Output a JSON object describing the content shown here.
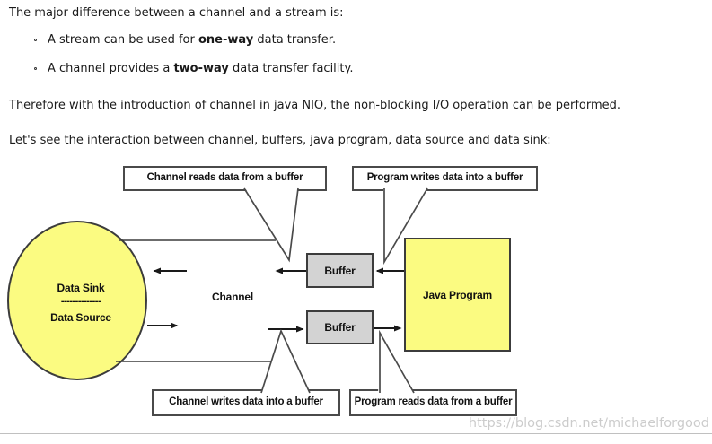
{
  "content": {
    "intro": "The major difference between a channel and a stream is:",
    "bullets": [
      {
        "pre": "A stream can be used for ",
        "bold": "one-way",
        "post": " data transfer."
      },
      {
        "pre": "A channel provides a ",
        "bold": "two-way",
        "post": " data transfer facility."
      }
    ],
    "para_nio": "Therefore with the introduction of channel in java NIO, the non-blocking I/O operation can be performed.",
    "para_interaction": "Let's see the interaction between channel, buffers, java program, data source and data sink:"
  },
  "diagram": {
    "callout_top_left": "Channel reads data from a buffer",
    "callout_top_right": "Program writes data into a buffer",
    "callout_bottom_left": "Channel writes data into a buffer",
    "callout_bottom_right": "Program reads data from a buffer",
    "data_sink_label": "Data Sink",
    "divider_dashes": "--------------",
    "data_source_label": "Data Source",
    "channel_label": "Channel",
    "buffer_top_label": "Buffer",
    "buffer_bottom_label": "Buffer",
    "java_program_label": "Java Program"
  },
  "watermark": "https://blog.csdn.net/michaelforgood",
  "colors": {
    "node_fill": "#fbfb81",
    "buffer_fill": "#d3d3d3",
    "shape_border": "#3c3c3c",
    "callout_border": "#4a4a4a",
    "arrow": "#1a1a1a",
    "text": "#1a1a1a",
    "watermark_color": "#cccccc",
    "rule": "#c0c0c0"
  }
}
